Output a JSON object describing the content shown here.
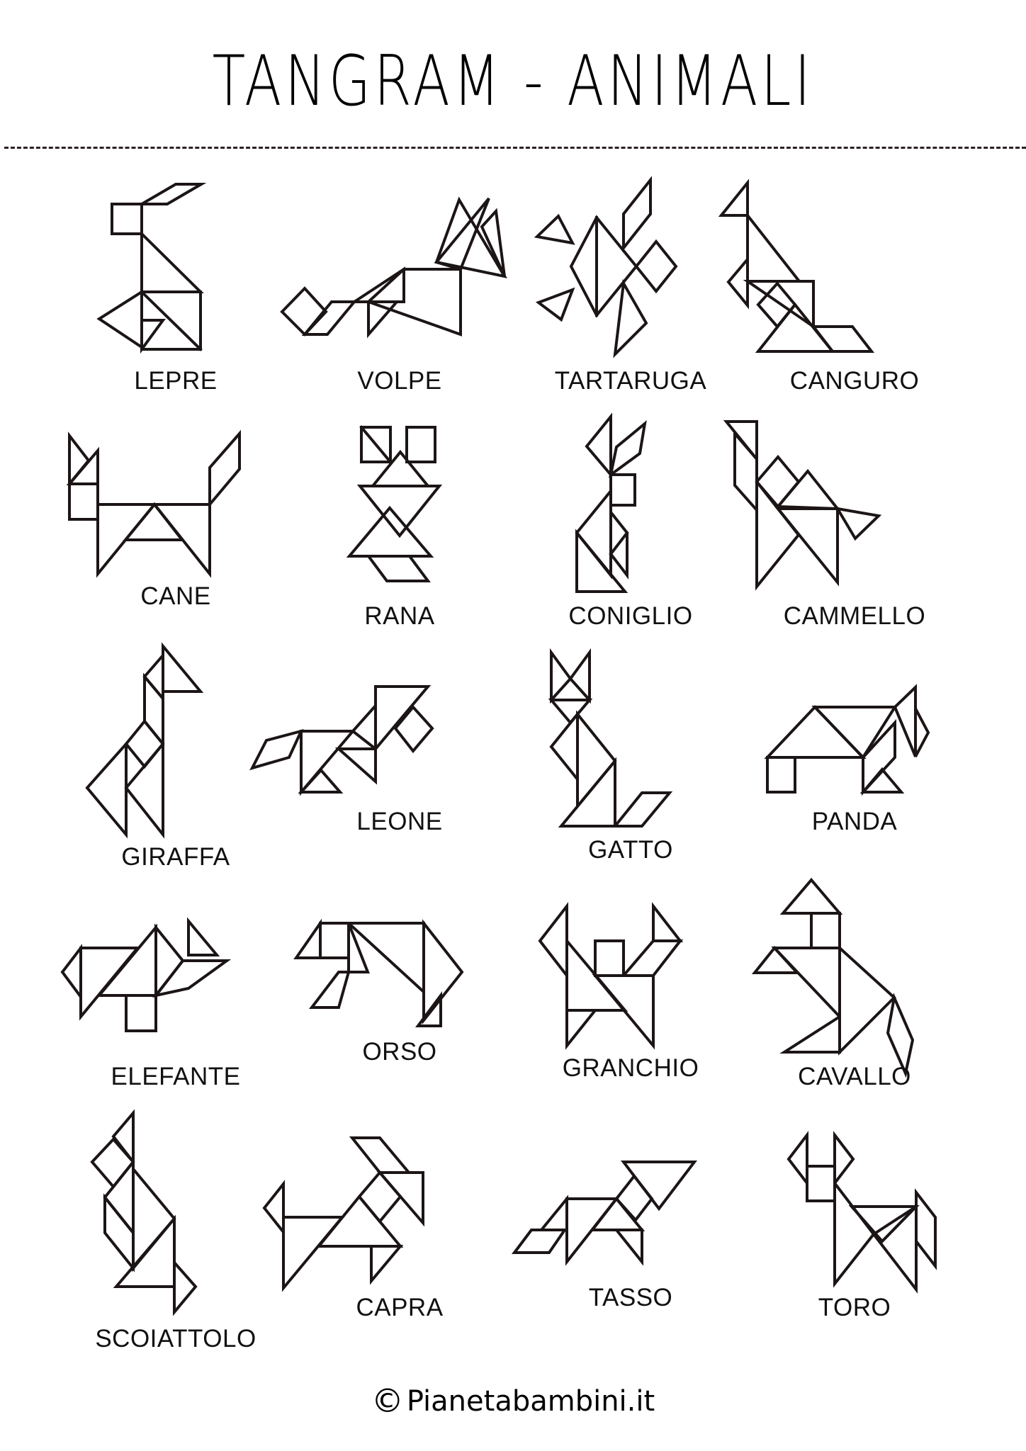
{
  "header": {
    "title": "TANGRAM - ANIMALI"
  },
  "animals": [
    {
      "id": "lepre",
      "label": "LEPRE"
    },
    {
      "id": "volpe",
      "label": "VOLPE"
    },
    {
      "id": "tartaruga",
      "label": "TARTARUGA"
    },
    {
      "id": "canguro",
      "label": "CANGURO"
    },
    {
      "id": "cane",
      "label": "CANE"
    },
    {
      "id": "rana",
      "label": "RANA"
    },
    {
      "id": "coniglio",
      "label": "CONIGLIO"
    },
    {
      "id": "cammello",
      "label": "CAMMELLO"
    },
    {
      "id": "giraffa",
      "label": "GIRAFFA"
    },
    {
      "id": "leone",
      "label": "LEONE"
    },
    {
      "id": "gatto",
      "label": "GATTO"
    },
    {
      "id": "panda",
      "label": "PANDA"
    },
    {
      "id": "elefante",
      "label": "ELEFANTE"
    },
    {
      "id": "orso",
      "label": "ORSO"
    },
    {
      "id": "granchio",
      "label": "GRANCHIO"
    },
    {
      "id": "cavallo",
      "label": "CAVALLO"
    },
    {
      "id": "scoiattolo",
      "label": "SCOIATTOLO"
    },
    {
      "id": "capra",
      "label": "CAPRA"
    },
    {
      "id": "tasso",
      "label": "TASSO"
    },
    {
      "id": "toro",
      "label": "TORO"
    }
  ],
  "footer": {
    "copyright_symbol": "©",
    "site": "Pianetabambini.it"
  },
  "colors": {
    "stroke": "#1c1516",
    "background": "#ffffff"
  }
}
